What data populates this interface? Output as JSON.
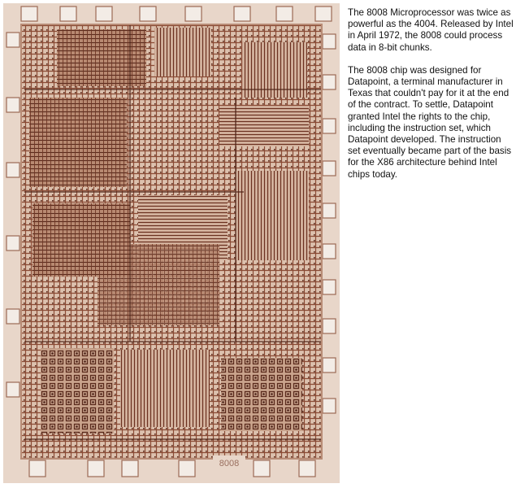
{
  "photo": {
    "die_marking": "8008",
    "colors": {
      "substrate": "#e5cfc0",
      "circuit": "#7a3f2c",
      "circuit_dark": "#4f2418",
      "pad": "#f3ece6",
      "pad_outline": "#9c6a55"
    }
  },
  "caption": {
    "paragraph1": "The 8008 Microprocessor was twice as powerful as the 4004. Released by Intel in April 1972, the 8008 could process data in 8-bit chunks.",
    "paragraph2": "The 8008 chip was designed for Datapoint, a terminal manufacturer in Texas that couldn't pay for it at the end of the contract. To settle, Datapoint granted Intel the rights to the chip, including the instruction set, which Datapoint developed. The instruction set eventually became part of the basis for the X86 architecture behind Intel chips today."
  }
}
